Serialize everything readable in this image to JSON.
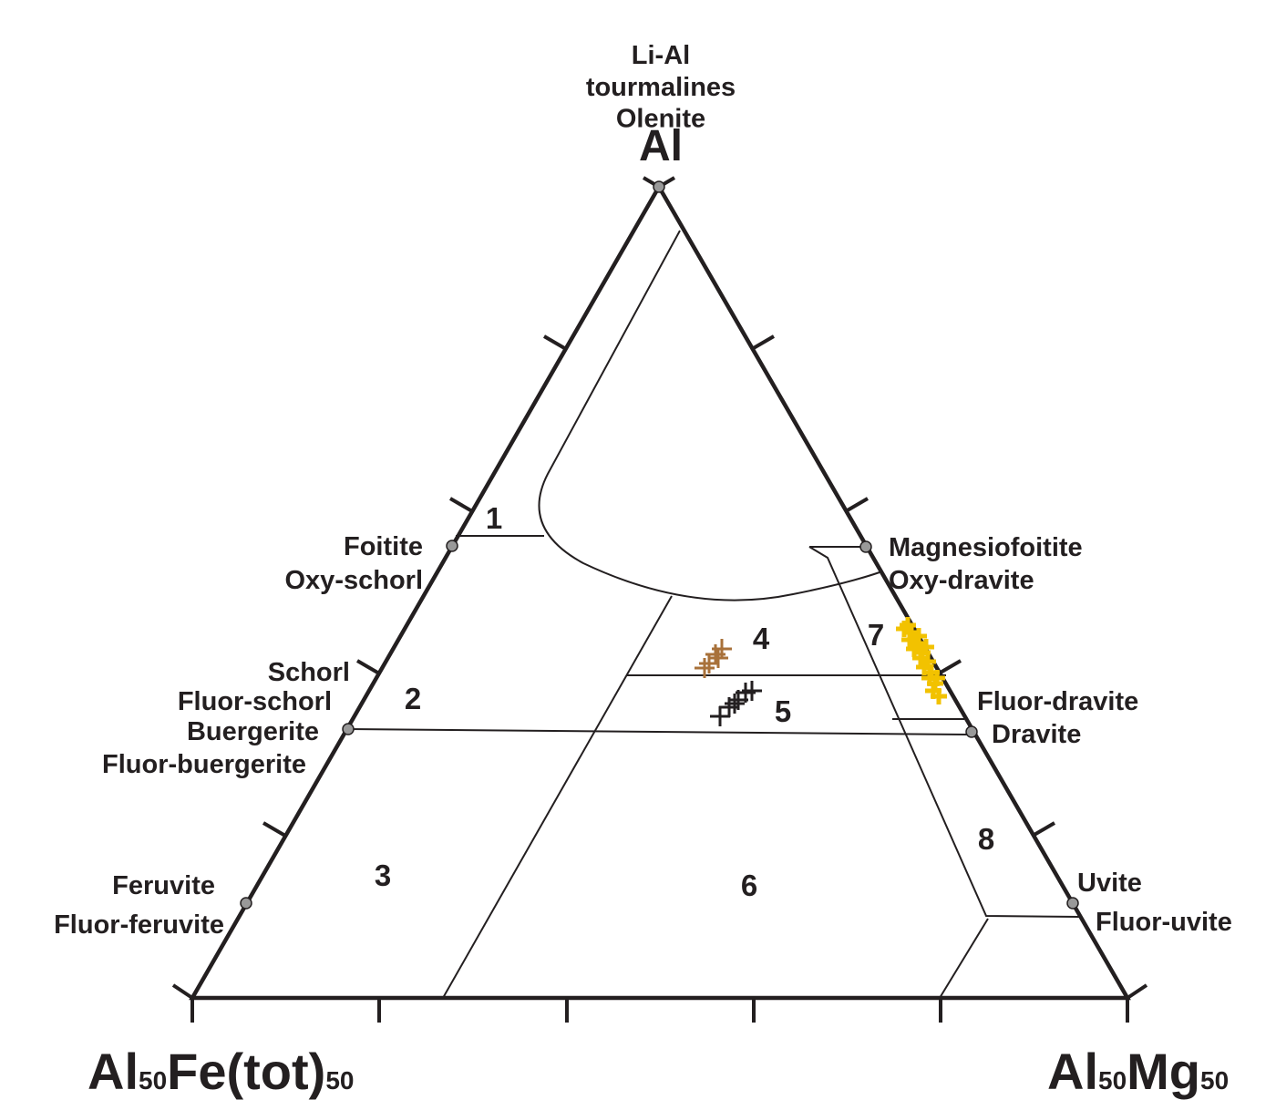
{
  "apices": {
    "top": {
      "lines": [
        "Li-Al",
        "tourmalines",
        "Olenite"
      ],
      "label": "Al"
    },
    "left": {
      "main": "Al",
      "sub1": "50",
      "main2": "Fe(tot)",
      "sub2": "50"
    },
    "right": {
      "main": "Al",
      "sub1": "50",
      "main2": "Mg",
      "sub2": "50"
    }
  },
  "species_left": [
    {
      "lines": [
        "Foitite",
        "Oxy-schorl"
      ]
    },
    {
      "lines": [
        "Schorl",
        "Fluor-schorl",
        "Buergerite",
        "Fluor-buergerite"
      ]
    },
    {
      "lines": [
        "Feruvite",
        "Fluor-feruvite"
      ]
    }
  ],
  "species_right": [
    {
      "lines": [
        "Magnesiofoitite",
        "Oxy-dravite"
      ]
    },
    {
      "lines": [
        "Fluor-dravite",
        "Dravite"
      ]
    },
    {
      "lines": [
        "Uvite",
        "Fluor-uvite"
      ]
    }
  ],
  "fields": [
    "1",
    "2",
    "3",
    "4",
    "5",
    "6",
    "7",
    "8"
  ],
  "colors": {
    "line": "#231f20",
    "end_member_marker": "#999999",
    "sample_brown": "#a8713a",
    "sample_black": "#231f20",
    "sample_yellow": "#f2c200"
  },
  "samples": [
    {
      "group": "brown",
      "points": [
        [
          785,
          718
        ],
        [
          778,
          728
        ],
        [
          792,
          712
        ],
        [
          773,
          733
        ],
        [
          788,
          722
        ]
      ]
    },
    {
      "group": "black",
      "points": [
        [
          818,
          760
        ],
        [
          810,
          768
        ],
        [
          800,
          776
        ],
        [
          790,
          786
        ],
        [
          825,
          758
        ],
        [
          806,
          772
        ]
      ]
    },
    {
      "group": "yellow",
      "points": [
        [
          992,
          690
        ],
        [
          1000,
          694
        ],
        [
          998,
          702
        ],
        [
          1006,
          706
        ],
        [
          1003,
          712
        ],
        [
          1012,
          716
        ],
        [
          1010,
          722
        ],
        [
          1018,
          726
        ],
        [
          1014,
          732
        ],
        [
          1022,
          738
        ],
        [
          1020,
          744
        ],
        [
          1026,
          750
        ],
        [
          1024,
          758
        ],
        [
          1030,
          764
        ],
        [
          996,
          686
        ],
        [
          1008,
          698
        ],
        [
          1016,
          710
        ],
        [
          1028,
          744
        ]
      ]
    }
  ]
}
